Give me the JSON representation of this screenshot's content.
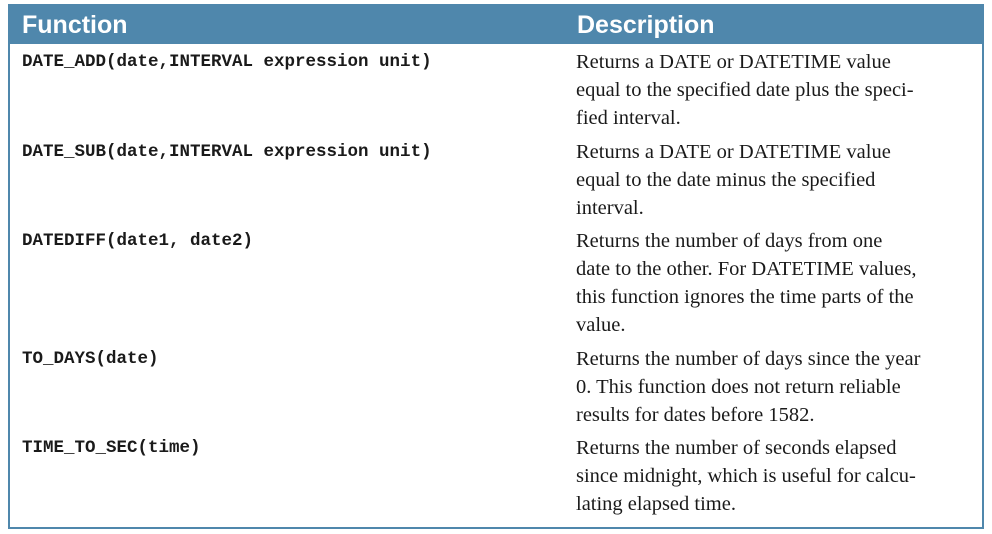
{
  "table": {
    "headers": {
      "function": "Function",
      "description": "Description"
    },
    "rows": [
      {
        "function": "DATE_ADD(date,INTERVAL expression unit)",
        "description_lines": [
          "Returns a DATE or DATETIME value",
          "equal to the specified date plus the speci-",
          "fied interval."
        ]
      },
      {
        "function": "DATE_SUB(date,INTERVAL expression unit)",
        "description_lines": [
          "Returns a DATE or DATETIME value",
          "equal to the date minus the specified",
          "interval."
        ]
      },
      {
        "function": "DATEDIFF(date1, date2)",
        "description_lines": [
          "Returns the number of days from one",
          "date to the other. For DATETIME values,",
          "this function ignores the time parts of the",
          "value."
        ]
      },
      {
        "function": "TO_DAYS(date)",
        "description_lines": [
          "Returns the number of days since the year",
          "0. This function does not return reliable",
          "results for dates before 1582."
        ]
      },
      {
        "function": "TIME_TO_SEC(time)",
        "description_lines": [
          "Returns the number of seconds elapsed",
          "since midnight, which is useful for calcu-",
          "lating elapsed time."
        ]
      }
    ]
  },
  "colors": {
    "header_bg": "#4f87ac",
    "header_text": "#ffffff",
    "body_text": "#1a1a1a"
  }
}
